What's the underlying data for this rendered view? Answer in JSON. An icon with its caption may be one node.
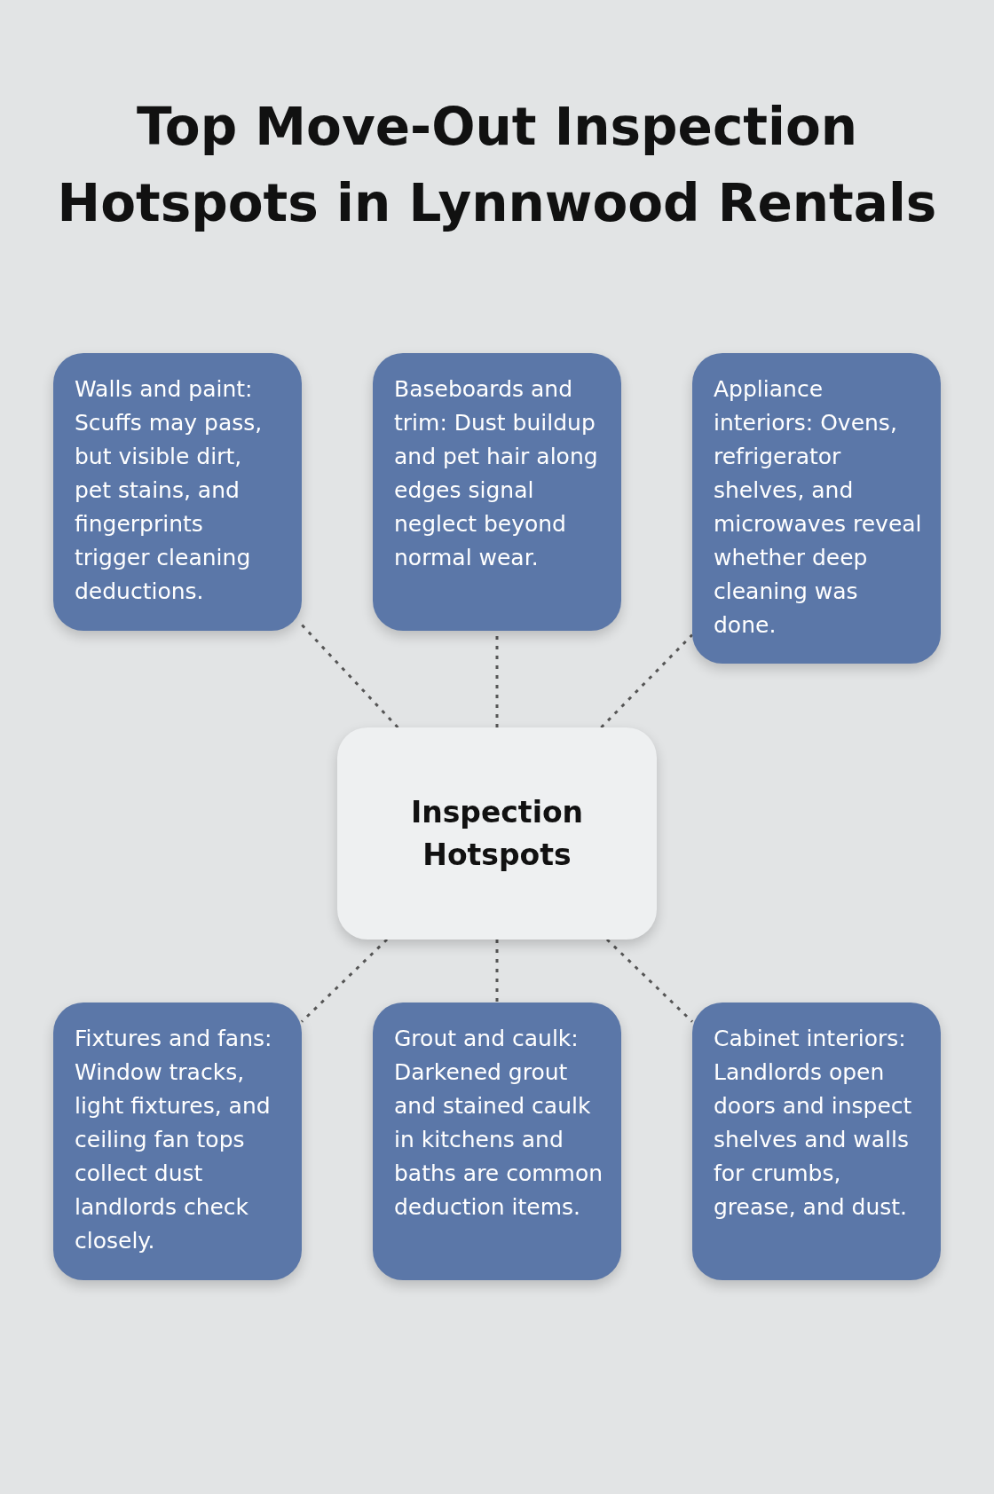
{
  "diagram": {
    "title": "Top Move-Out Inspection Hotspots in Lynnwood Rentals",
    "nodes": [
      {
        "text": [
          "Walls and paint: Scuffs may pass, but visible dirt, pet stains, and fingerprints trigger cleaning deductions."
        ]
      },
      {
        "text": [
          "Baseboards and trim: Dust buildup and pet hair along edges signal neglect beyond normal wear."
        ]
      },
      {
        "text": [
          "Appliance interiors: Ovens, refrigerator shelves, and microwaves reveal whether deep cleaning was done."
        ]
      },
      {
        "text": [
          "Inspection Hotspots"
        ]
      },
      {
        "text": [
          "Fixtures and fans: Window tracks, light fixtures, and ceiling fan tops collect dust landlords check closely."
        ]
      },
      {
        "text": [
          "Grout and caulk: Darkened grout and stained caulk in kitchens and baths are common deduction items."
        ]
      },
      {
        "text": [
          "Cabinet interiors: Landlords open doors and inspect shelves and walls for crumbs, grease, and dust."
        ]
      }
    ],
    "edges": [
      {
        "from": 3,
        "to": 0,
        "arrow": "none",
        "style": "dashed"
      },
      {
        "from": 3,
        "to": 1,
        "arrow": "none",
        "style": "dashed"
      },
      {
        "from": 3,
        "to": 2,
        "arrow": "none",
        "style": "dashed"
      },
      {
        "from": 3,
        "to": 4,
        "arrow": "none",
        "style": "dashed"
      },
      {
        "from": 3,
        "to": 5,
        "arrow": "none",
        "style": "dashed"
      },
      {
        "from": 3,
        "to": 6,
        "arrow": "none",
        "style": "dashed"
      }
    ]
  }
}
